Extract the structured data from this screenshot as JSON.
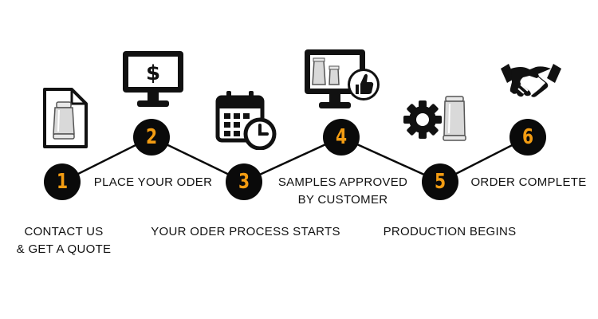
{
  "steps": [
    {
      "number": "1",
      "label_lines": [
        "CONTACT US",
        "& GET A QUOTE"
      ],
      "icon": "thread-document-icon"
    },
    {
      "number": "2",
      "label_lines": [
        "PLACE YOUR ODER"
      ],
      "icon": "monitor-dollar-icon"
    },
    {
      "number": "3",
      "label_lines": [
        "YOUR ODER PROCESS STARTS"
      ],
      "icon": "calendar-clock-icon"
    },
    {
      "number": "4",
      "label_lines": [
        "SAMPLES APPROVED",
        "BY CUSTOMER"
      ],
      "icon": "monitor-thumbs-up-icon"
    },
    {
      "number": "5",
      "label_lines": [
        "PRODUCTION BEGINS"
      ],
      "icon": "gear-spool-icon"
    },
    {
      "number": "6",
      "label_lines": [
        "ORDER COMPLETE"
      ],
      "icon": "handshake-icon"
    }
  ],
  "colors": {
    "accent": "#f39c12",
    "dark": "#0a0a0a",
    "background": "#ffffff"
  }
}
